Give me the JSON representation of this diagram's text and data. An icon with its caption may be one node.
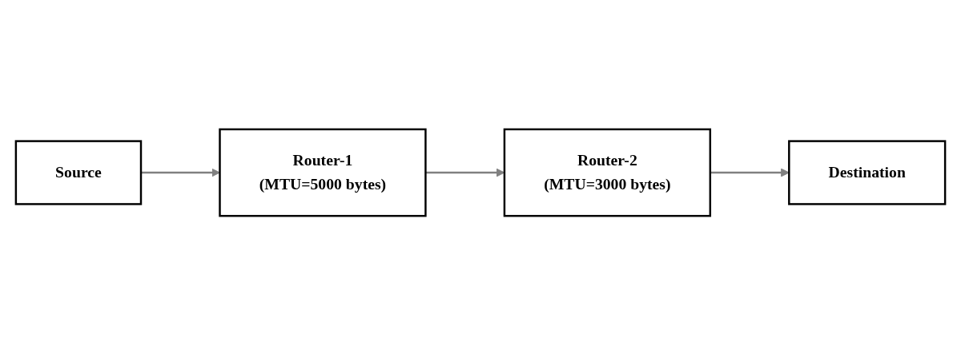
{
  "diagram": {
    "nodes": [
      {
        "text": [
          "Source"
        ]
      },
      {
        "text": [
          "Router-1",
          "(MTU=5000 bytes)"
        ]
      },
      {
        "text": [
          "Router-2",
          "(MTU=3000 bytes)"
        ]
      },
      {
        "text": [
          "Destination"
        ]
      }
    ],
    "edges": [
      {
        "from": 0,
        "to": 1,
        "arrow": "to"
      },
      {
        "from": 1,
        "to": 2,
        "arrow": "to"
      },
      {
        "from": 2,
        "to": 3,
        "arrow": "to"
      }
    ]
  }
}
